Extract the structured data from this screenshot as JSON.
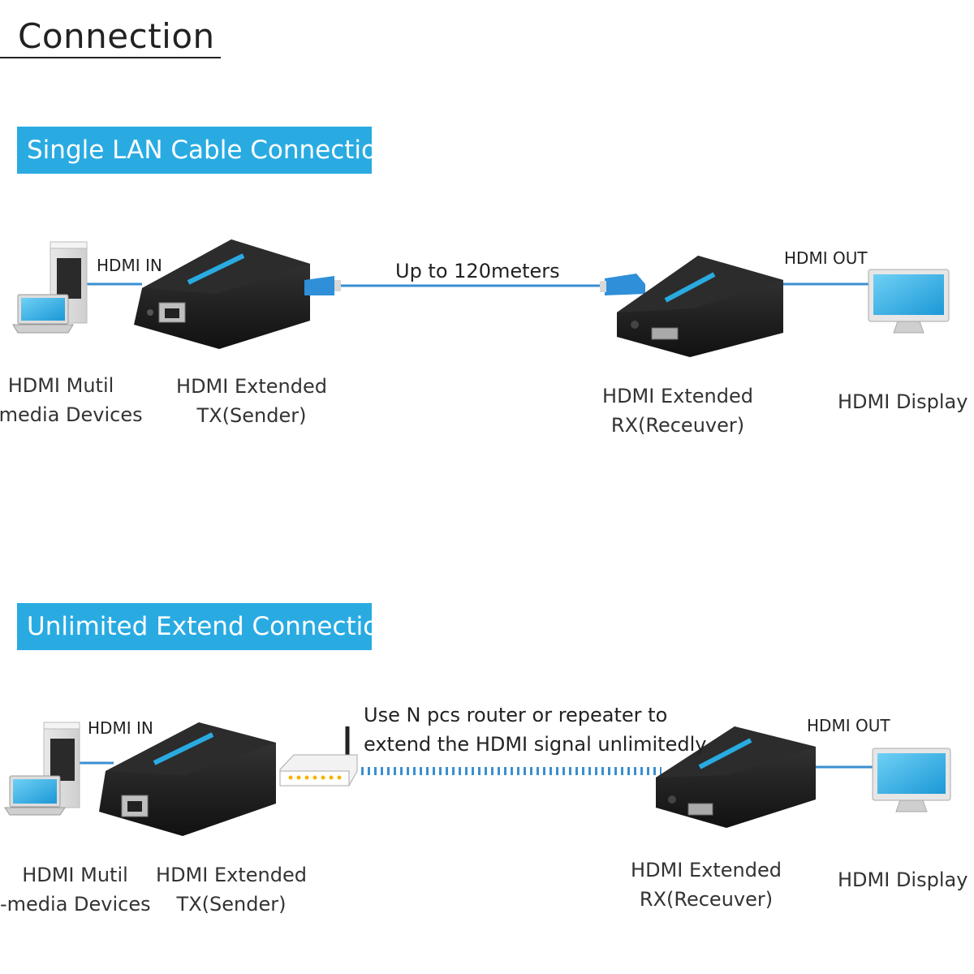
{
  "page": {
    "title": "Connection"
  },
  "single": {
    "banner": "Single LAN Cable Connection",
    "hdmi_in": "HDMI IN",
    "hdmi_out": "HDMI OUT",
    "cable_label": "Up to 120meters",
    "source_line1": "HDMI Mutil",
    "source_line2": "-media Devices",
    "tx_line1": "HDMI Extended",
    "tx_line2": "TX(Sender)",
    "rx_line1": "HDMI Extended",
    "rx_line2": "RX(Receuver)",
    "display": "HDMI Display"
  },
  "unlimited": {
    "banner": "Unlimited Extend Connection",
    "hdmi_in": "HDMI IN",
    "hdmi_out": "HDMI OUT",
    "cable_line1": "Use N pcs router or repeater to",
    "cable_line2": "extend the HDMI signal unlimitedly",
    "source_line1": "HDMI Mutil",
    "source_line2": "-media Devices",
    "tx_line1": "HDMI Extended",
    "tx_line2": "TX(Sender)",
    "rx_line1": "HDMI Extended",
    "rx_line2": "RX(Receuver)",
    "display": "HDMI Display"
  },
  "colors": {
    "banner": "#29abe2",
    "cable": "#3a8fd0",
    "device_body": "#1f1f1f",
    "screen": "#29abe2"
  },
  "icons": [
    "pc-tower-icon",
    "laptop-icon",
    "tx-extender-icon",
    "rx-extender-icon",
    "monitor-icon",
    "router-icon",
    "rj45-plug-icon"
  ]
}
